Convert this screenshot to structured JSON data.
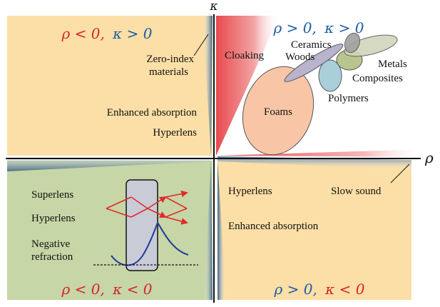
{
  "axes": {
    "x_label": "ρ",
    "y_label": "κ"
  },
  "quadrants": {
    "top_left": {
      "sign_rho": "ρ < 0,",
      "sign_kappa": "κ > 0",
      "labels": [
        "Zero-index",
        "materials",
        "Enhanced absorption",
        "Hyperlens"
      ]
    },
    "top_right": {
      "sign_rho": "ρ > 0,",
      "sign_kappa": "κ > 0",
      "labels": [
        "Cloaking",
        "Ceramics",
        "Woods",
        "Metals",
        "Composites",
        "Polymers",
        "Foams"
      ]
    },
    "bottom_left": {
      "sign_rho": "ρ < 0,",
      "sign_kappa": "κ < 0",
      "labels": [
        "Superlens",
        "Hyperlens",
        "Negative",
        "refraction"
      ]
    },
    "bottom_right": {
      "sign_rho": "ρ > 0,",
      "sign_kappa": "κ < 0",
      "labels": [
        "Hyperlens",
        "Slow sound",
        "Enhanced absorption"
      ]
    }
  },
  "colors": {
    "orange_region": "#FBDFA6",
    "green_region": "#C6D6A6",
    "rho_text": "#D8232A",
    "kappa_text": "#1F5BA8",
    "cloak_red": "#EC6A6A",
    "axis_blue": "#5B7A99"
  }
}
